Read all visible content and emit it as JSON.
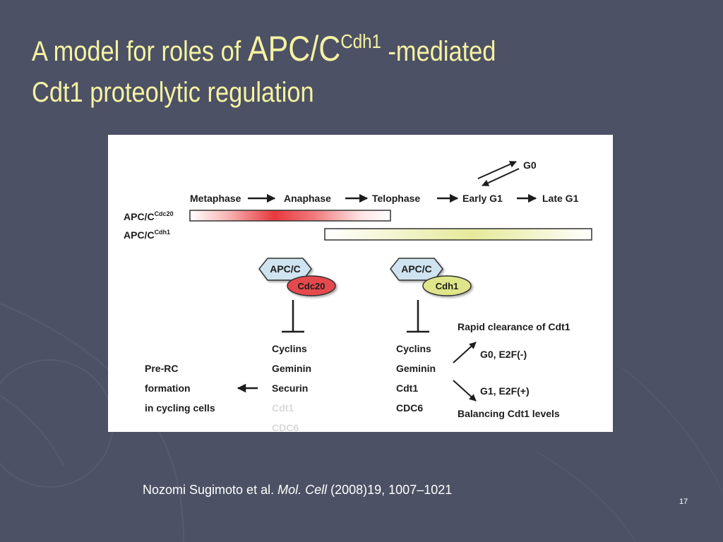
{
  "slide": {
    "title_part1": "A model for roles of ",
    "title_apc": "APC/C",
    "title_sup": "Cdh1",
    "title_part2": " -mediated",
    "title_line2": "Cdt1 proteolytic regulation",
    "citation_authors": "Nozomi Sugimoto et al. ",
    "citation_journal": "Mol. Cell",
    "citation_ref": " (2008)19, 1007–1021",
    "page_number": "17"
  },
  "diagram": {
    "phases": [
      "Metaphase",
      "Anaphase",
      "Telophase",
      "Early G1",
      "Late G1"
    ],
    "g0_label": "G0",
    "apc_label": "APC/C",
    "cdc20_sup": "Cdc20",
    "cdh1_sup": "Cdh1",
    "complex_left": {
      "core": "APC/C",
      "activator": "Cdc20"
    },
    "complex_right": {
      "core": "APC/C",
      "activator": "Cdh1"
    },
    "left_targets": [
      "Cyclins",
      "Geminin",
      "Securin",
      "Cdt1",
      "CDC6"
    ],
    "right_targets": [
      "Cyclins",
      "Geminin",
      "Cdt1",
      "CDC6"
    ],
    "prerc": [
      "Pre-RC",
      "formation",
      "in cycling cells"
    ],
    "rapid_clearance": "Rapid clearance of Cdt1",
    "g0_e2f": "G0, E2F(-)",
    "g1_e2f": "G1, E2F(+)",
    "balancing": "Balancing Cdt1 levels",
    "colors": {
      "cdc20_red": "#e6484e",
      "cdh1_yellow": "#dfe68a",
      "apc_blue": "#cfe4f0"
    }
  }
}
